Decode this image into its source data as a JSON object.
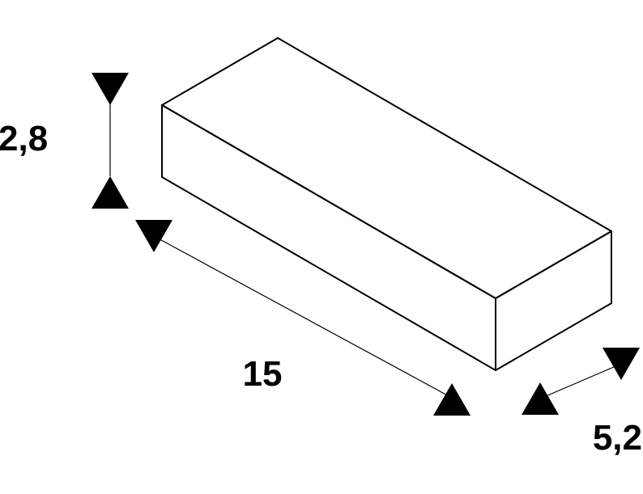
{
  "dimensions": {
    "height_label": "2,8",
    "length_label": "15",
    "width_label": "5,2"
  },
  "colors": {
    "stroke": "#000000",
    "background": "#ffffff"
  }
}
